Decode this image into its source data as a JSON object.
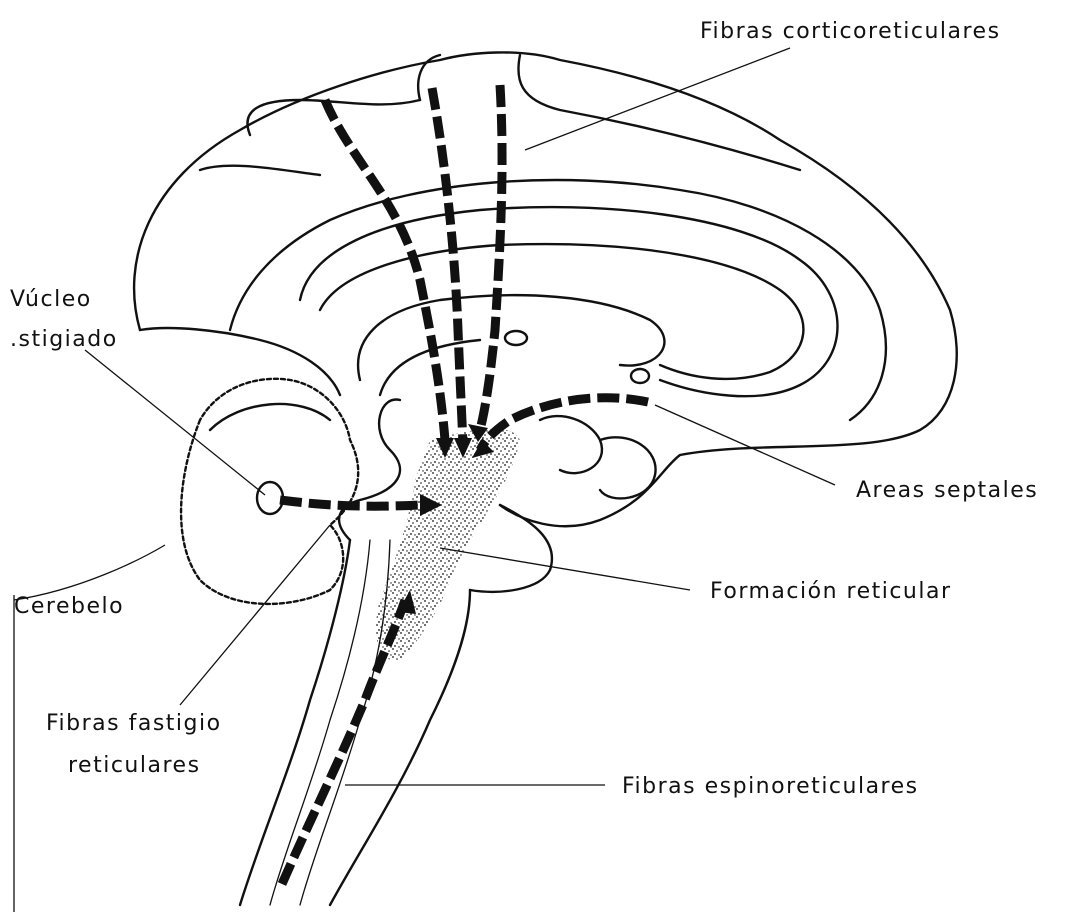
{
  "labels": {
    "corticoreticular": "Fibras corticoreticulares",
    "fastigial_nucleus_line1": "Vúcleo",
    "fastigial_nucleus_line2": ".stigiado",
    "septal_areas": "Areas septales",
    "cerebellum": "Cerebelo",
    "reticular_formation": "Formación reticular",
    "fastigioreticular_line1": "Fibras fastigio",
    "fastigioreticular_line2": "reticulares",
    "spinoreticular": "Fibras espinoreticulares"
  },
  "colors": {
    "ink": "#111111",
    "paper": "#ffffff"
  }
}
